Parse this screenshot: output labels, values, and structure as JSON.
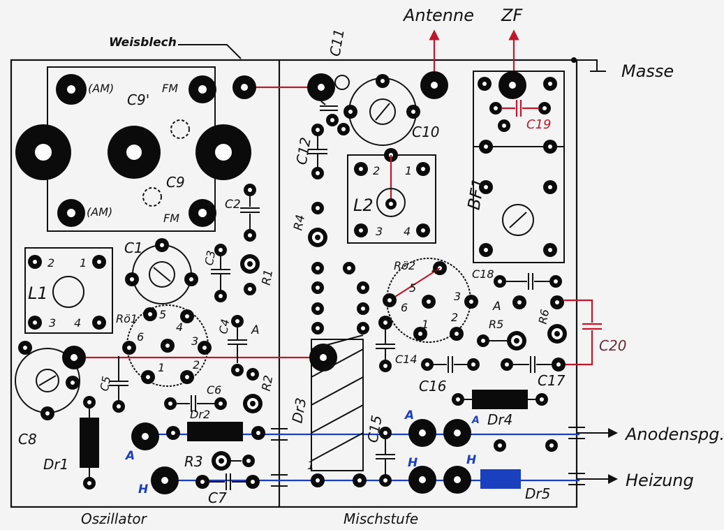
{
  "outputs": {
    "antenne": "Antenne",
    "zf": "ZF",
    "masse": "Masse",
    "weisblech": "Weisblech",
    "anodenspg": "Anodenspg.",
    "heizung": "Heizung"
  },
  "sections": {
    "oszillator": "Oszillator",
    "mischstufe": "Mischstufe"
  },
  "components": {
    "c9_prime": "C9'",
    "c9": "C9",
    "am1": "(AM)",
    "am2": "(AM)",
    "fm1": "FM",
    "fm2": "FM",
    "c1": "C1",
    "c2": "C2",
    "c3": "C3",
    "c4": "C4",
    "c5": "C5",
    "c6": "C6",
    "c7": "C7",
    "c8": "C8",
    "c10": "C10",
    "c11": "C11",
    "c12": "C12",
    "c14": "C14",
    "c15": "C15",
    "c16": "C16",
    "c17": "C17",
    "c18": "C18",
    "c19": "C19",
    "c20": "C20",
    "l1": "L1",
    "l2": "L2",
    "r1": "R1",
    "r2": "R2",
    "r3": "R3",
    "r4": "R4",
    "r5": "R5",
    "r6": "R6",
    "ro1": "Rö1",
    "ro2": "Rö2",
    "dr1": "Dr1",
    "dr2": "Dr2",
    "dr3": "Dr3",
    "dr4": "Dr4",
    "dr5": "Dr5",
    "bf1": "BF1"
  },
  "pins": {
    "one": "1",
    "two": "2",
    "three": "3",
    "four": "4",
    "five": "5",
    "six": "6",
    "a": "A",
    "h": "H"
  },
  "colors": {
    "ink": "#111111",
    "red_wire": "#c0162b",
    "blue_wire": "#1a3fbf",
    "background": "#f4f4f4"
  }
}
